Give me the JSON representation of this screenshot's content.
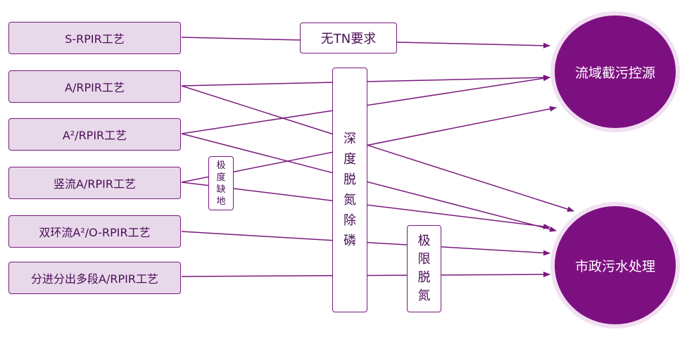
{
  "processes": [
    "S-RPIR工艺",
    "A/RPIR工艺",
    "A²/RPIR工艺",
    "竖流A/RPIR工艺",
    "双环流A²/O-RPIR工艺",
    "分进分出多段A/RPIR工艺"
  ],
  "labels": {
    "no_tn": "无TN要求",
    "deep": "深\n度\n脱\n氮\n除\n磷",
    "extreme_low": "极\n度\n缺\n地",
    "limit": "极\n限\n脱\n氮"
  },
  "targets": {
    "basin": "流域截污控源",
    "municipal": "市政污水处理"
  },
  "colors": {
    "accent": "#7d1080",
    "line": "#7a1a7e",
    "box_fill": "#e8d9ea",
    "text": "#4a0d57"
  }
}
